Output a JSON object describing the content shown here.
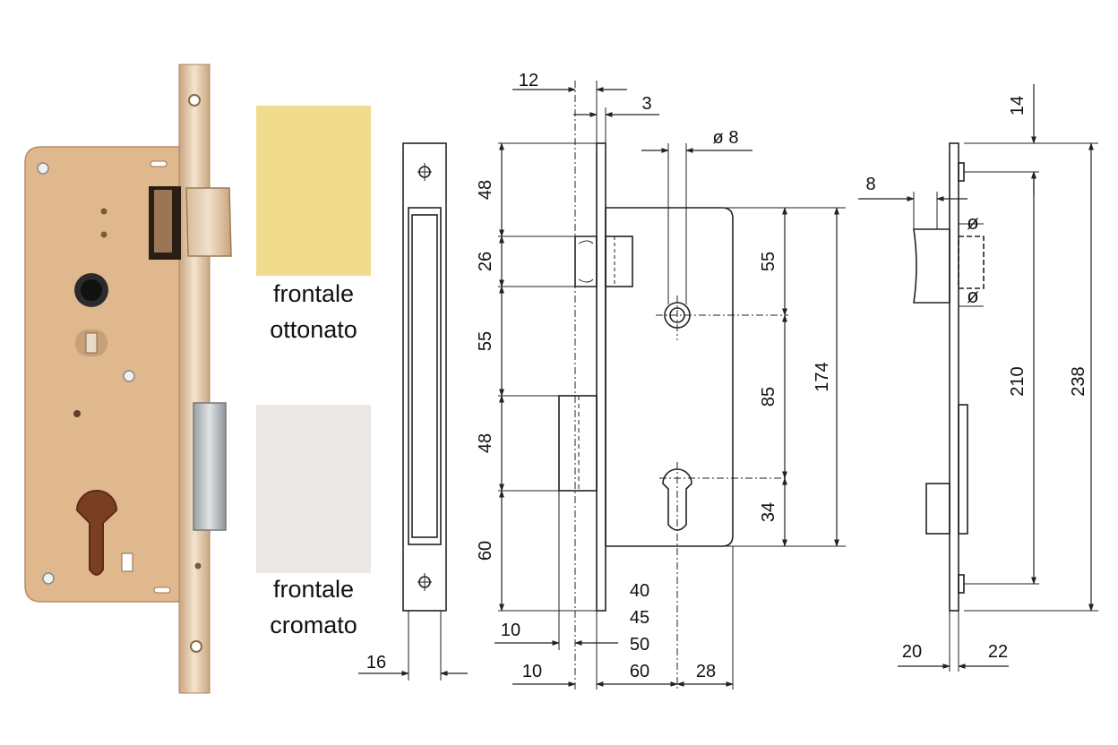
{
  "swatches": [
    {
      "color": "#f0dc8c",
      "line1": "frontale",
      "line2": "ottonato"
    },
    {
      "color": "#ebe8e5",
      "line1": "frontale",
      "line2": "cromato"
    }
  ],
  "colors": {
    "lock_body": "#e2bb92",
    "lock_face": "#ead6bf",
    "lock_shadow": "#b98f67",
    "line": "#222222"
  },
  "dimensions": {
    "front_view": {
      "width": "16"
    },
    "side_view": {
      "top_12": "12",
      "top_3": "3",
      "hole_diameter": "ø 8",
      "left_48": "48",
      "left_26": "26",
      "left_55": "55",
      "left_48b": "48",
      "left_60": "60",
      "right_55": "55",
      "right_85": "85",
      "right_34": "34",
      "right_174": "174",
      "bottom_10a": "10",
      "bottom_10b": "10",
      "backset_40": "40",
      "backset_45": "45",
      "backset_50": "50",
      "backset_60": "60",
      "bottom_28": "28"
    },
    "profile_view": {
      "top_14": "14",
      "left_8": "8",
      "diam_top": "ø",
      "diam_bottom": "ø",
      "height_210": "210",
      "height_238": "238",
      "bottom_20": "20",
      "bottom_22": "22"
    }
  }
}
